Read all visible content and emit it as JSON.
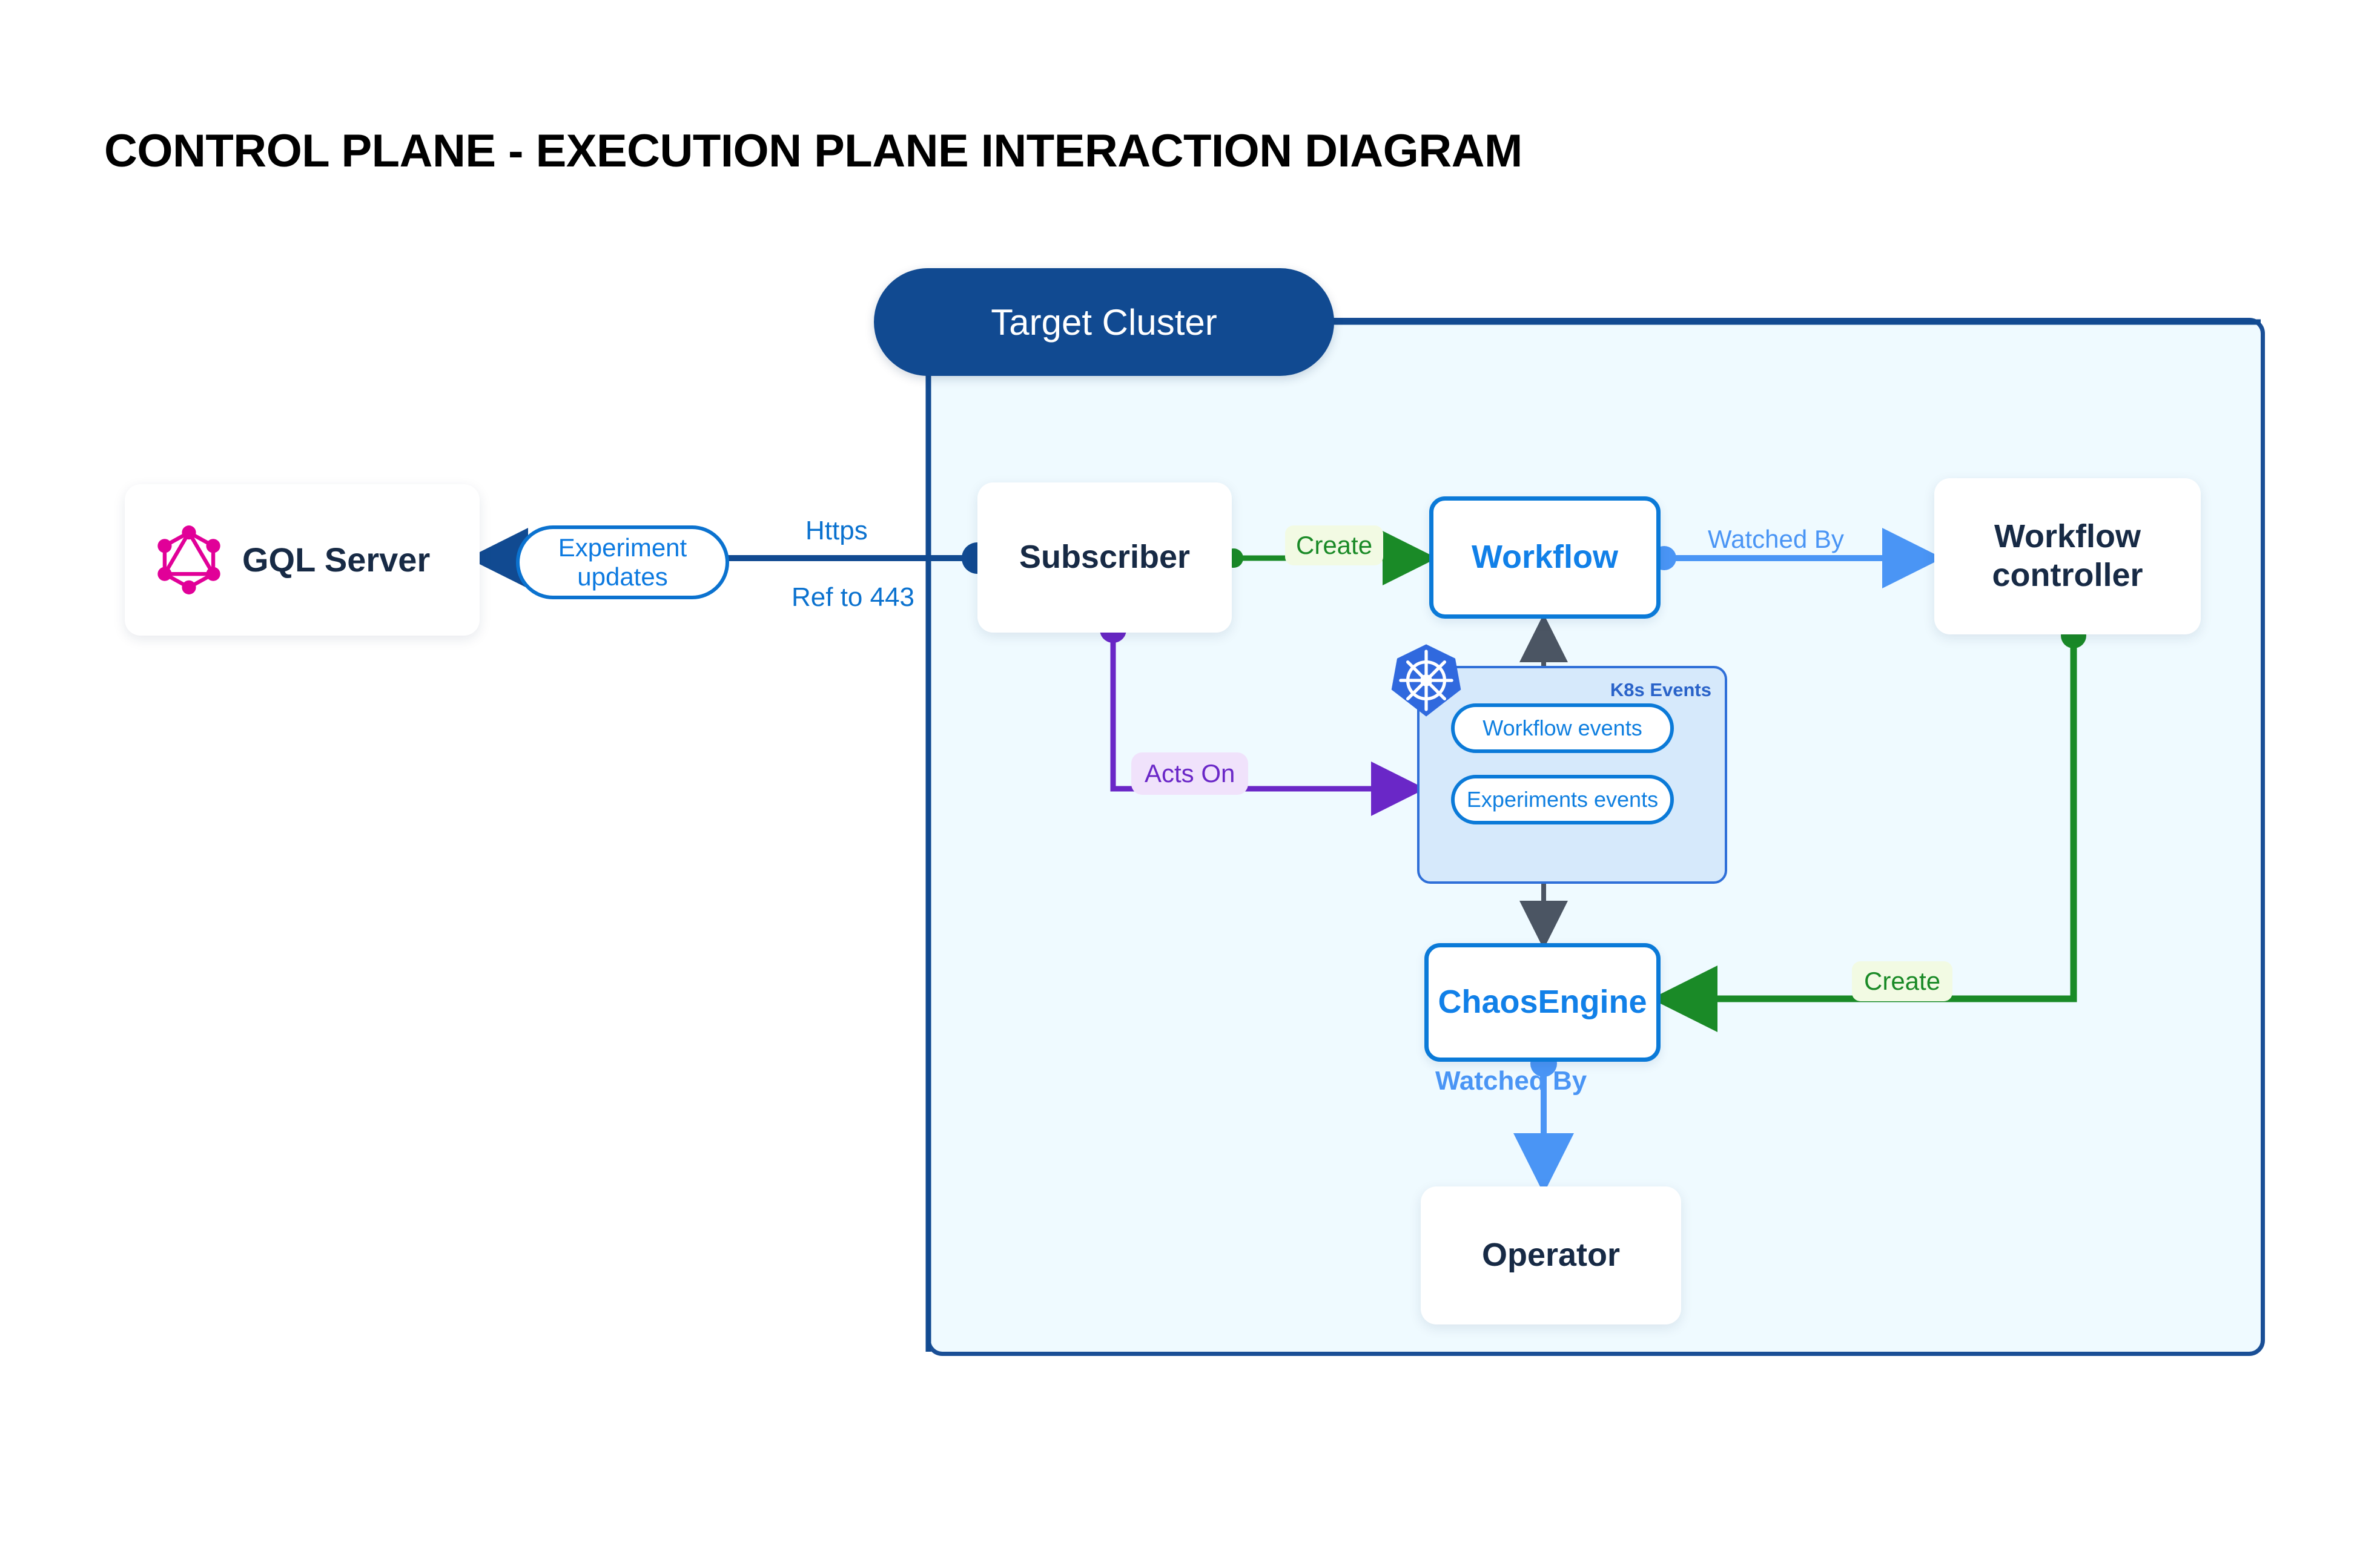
{
  "page": {
    "title": "CONTROL PLANE - EXECUTION PLANE INTERACTION DIAGRAM"
  },
  "cluster": {
    "title": "Target Cluster"
  },
  "nodes": {
    "gql_server": {
      "label": "GQL Server",
      "icon": "graphql-logo"
    },
    "subscriber": {
      "label": "Subscriber"
    },
    "workflow": {
      "label": "Workflow"
    },
    "workflow_controller_line1": "Workflow",
    "workflow_controller_line2": "controller",
    "chaos_engine": {
      "label": "ChaosEngine"
    },
    "operator": {
      "label": "Operator"
    }
  },
  "k8s_events": {
    "title": "K8s Events",
    "icon": "kubernetes-logo",
    "items": [
      {
        "label": "Workflow events"
      },
      {
        "label": "Experiments events"
      }
    ]
  },
  "edges": {
    "experiment_updates_line1": "Experiment",
    "experiment_updates_line2": "updates",
    "https": "Https",
    "ref_to_443": "Ref to 443",
    "create_subscriber_workflow": "Create",
    "watched_by_workflow_controller": "Watched By",
    "acts_on": "Acts On",
    "create_controller_chaosengine": "Create",
    "watched_by_operator": "Watched By"
  },
  "colors": {
    "cluster_pill": "#114a91",
    "cluster_border": "#1a4f96",
    "cluster_fill": "#effaff",
    "node_text": "#172a45",
    "blue_accent": "#0b7ad8",
    "light_blue_arrow": "#4a95f5",
    "green": "#1a8a27",
    "purple": "#6a27c7",
    "graphql_pink": "#e10098",
    "kubernetes_blue": "#3069de",
    "gray_arrow": "#4b5563"
  }
}
